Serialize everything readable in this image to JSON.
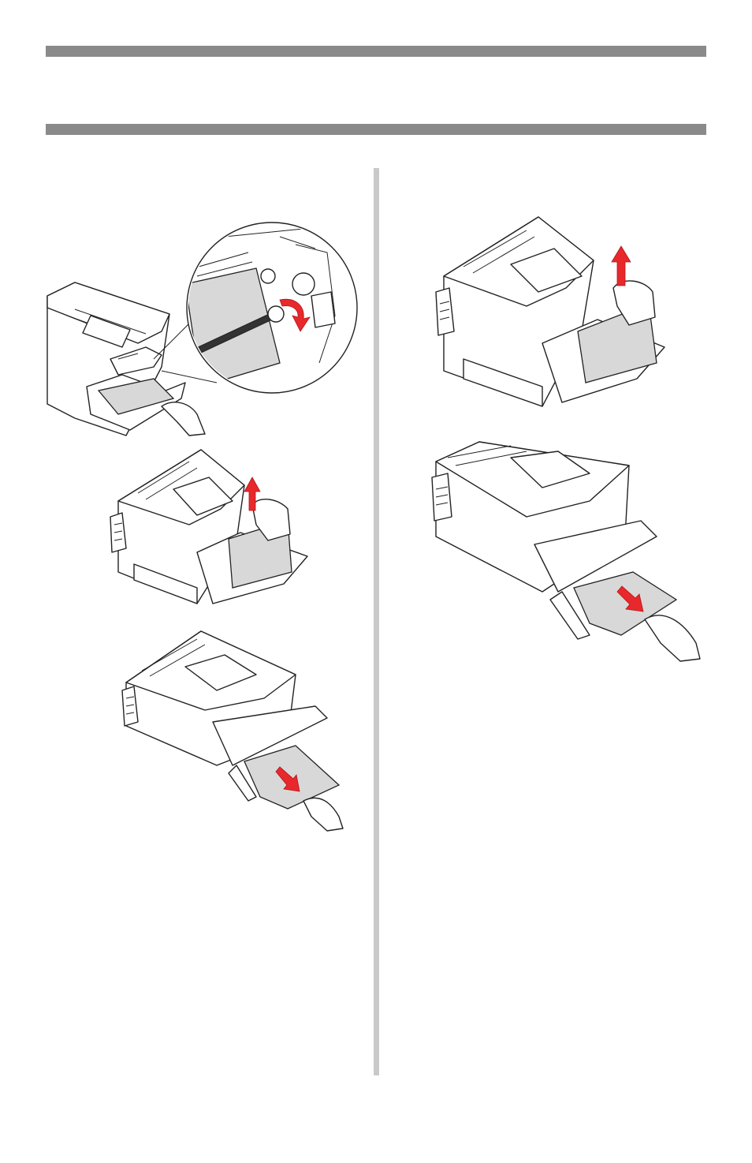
{
  "page": {
    "header_rules": [
      "top-rule",
      "bottom-rule"
    ],
    "accent_color": "#e8282b",
    "rule_color": "#8a8a8a",
    "divider_color": "#c9c9c9"
  },
  "illustrations": [
    {
      "id": "roller-closeup",
      "icon": "printer-roller-magnifier",
      "arrow": "rotate-down"
    },
    {
      "id": "paper-lift-left",
      "icon": "printer-paper-lift",
      "arrow": "up"
    },
    {
      "id": "paper-pull-left",
      "icon": "printer-paper-pull",
      "arrow": "down"
    },
    {
      "id": "paper-lift-right",
      "icon": "printer-paper-lift",
      "arrow": "up"
    },
    {
      "id": "paper-pull-right",
      "icon": "printer-paper-pull",
      "arrow": "down"
    }
  ]
}
